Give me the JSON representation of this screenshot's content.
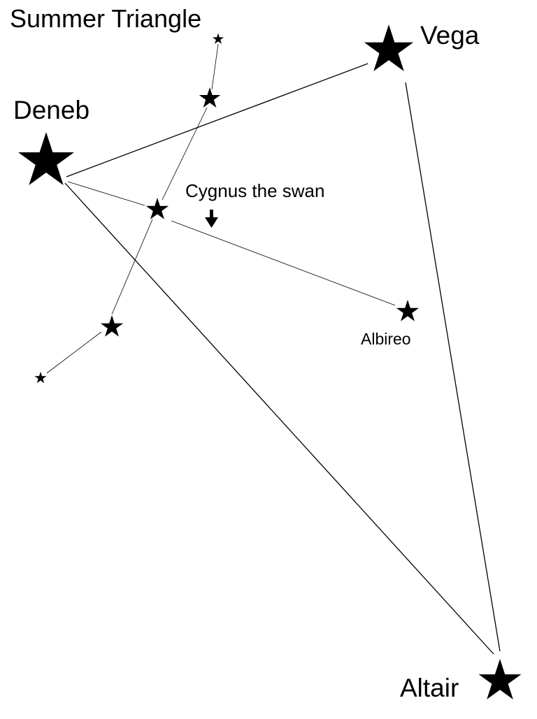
{
  "title": "Summer Triangle",
  "labels": {
    "vega": "Vega",
    "deneb": "Deneb",
    "altair": "Altair",
    "cygnus": "Cygnus the swan",
    "albireo": "Albireo"
  },
  "stars": [
    "vega",
    "deneb",
    "altair",
    "albireo",
    "cygnus-1",
    "cygnus-2",
    "cygnus-3",
    "cygnus-4",
    "cygnus-5"
  ],
  "colors": {
    "ink": "#000000",
    "background": "#ffffff"
  }
}
